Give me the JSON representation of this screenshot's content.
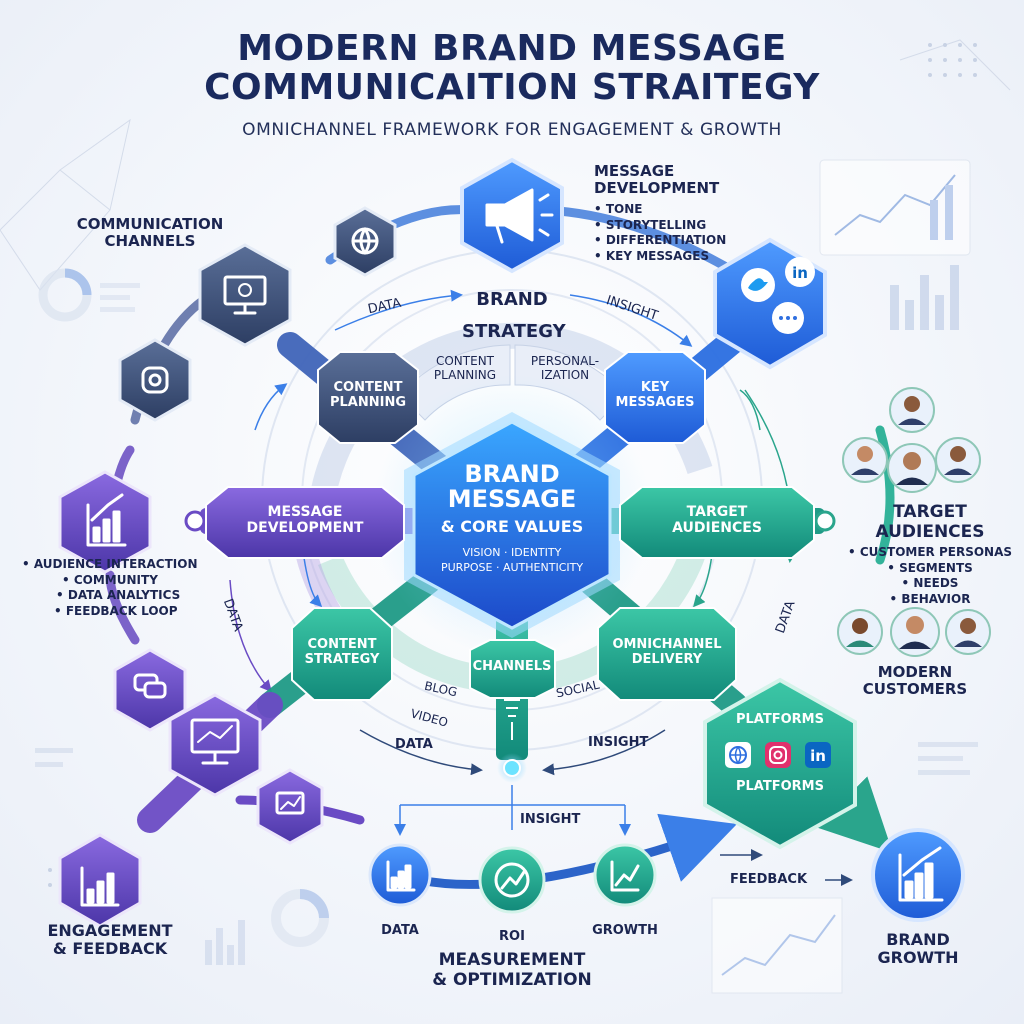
{
  "title_line1": "MODERN BRAND MESSAGE",
  "title_line2": "COMMUNICAITION STRAITEGY",
  "subtitle": "OMNICHANNEL FRAMEWORK FOR ENGAGEMENT & GROWTH",
  "center": {
    "line1": "BRAND",
    "line2": "MESSAGE",
    "line3": "& CORE VALUES",
    "values_row1": "VISION  · IDENTITY",
    "values_row2": "PURPOSE · AUTHENTICITY"
  },
  "brand_strategy": {
    "line1": "BRAND",
    "line2": "STRATEGY"
  },
  "inner_segments": {
    "left": [
      "CONTENT",
      "PLANNING"
    ],
    "right": [
      "PERSONAL-",
      "IZATION"
    ]
  },
  "nodes": {
    "content_planning": [
      "CONTENT",
      "PLANNING"
    ],
    "key_messages": [
      "KEY",
      "MESSAGES"
    ],
    "message_development": [
      "MESSAGE",
      "DEVELOPMENT"
    ],
    "target_audiences": [
      "TARGET",
      "AUDIENCES"
    ],
    "content_strategy": [
      "CONTENT",
      "STRATEGY"
    ],
    "omnichannel_delivery": [
      "OMNICHANNEL",
      "DELIVERY"
    ],
    "channels": "CHANNELS"
  },
  "sublabels": {
    "blog": "BLOG",
    "social": "SOCIAL",
    "video": "VIDEO"
  },
  "flow_labels": {
    "data_top": "DATA",
    "insight_top": "INSIGHT",
    "data_left": "DATA",
    "data_right": "DATA",
    "data_bottom": "DATA",
    "insight_bottom": "INSIGHT",
    "insight_measure": "INSIGHT",
    "feedback": "FEEDBACK"
  },
  "message_development_box": {
    "heading": [
      "MESSAGE",
      "DEVELOPMENT"
    ],
    "items": [
      "TONE",
      "STORYTELLING",
      "DIFFERENTIATION",
      "KEY MESSAGES"
    ]
  },
  "communication_channels": [
    "COMMUNICATION",
    "CHANNELS"
  ],
  "engagement_list": [
    "AUDIENCE INTERACTION",
    "COMMUNITY",
    "DATA ANALYTICS",
    "FEEDBACK LOOP"
  ],
  "target_audiences_box": {
    "heading": [
      "TARGET",
      "AUDIENCES"
    ],
    "items": [
      "CUSTOMER PERSONAS",
      "SEGMENTS",
      "NEEDS",
      "BEHAVIOR"
    ]
  },
  "modern_customers": [
    "MODERN",
    "CUSTOMERS"
  ],
  "platforms": {
    "top": "PLATFORMS",
    "bottom": "PLATFORMS"
  },
  "engagement_feedback": [
    "ENGAGEMENT",
    "& FEEDBACK"
  ],
  "measurement": {
    "heading": [
      "MEASUREMENT",
      "& OPTIMIZATION"
    ],
    "items": [
      "DATA",
      "ROI",
      "GROWTH"
    ]
  },
  "brand_growth": [
    "BRAND",
    "GROWTH"
  ],
  "colors": {
    "navy": "#1a2a5e",
    "blue": "#2f6fe0",
    "teal": "#1fa88e",
    "purple": "#6a4bc4",
    "cyan": "#22c7e6",
    "slate": "#3b4f78"
  },
  "icons": {
    "megaphone": "megaphone-icon",
    "globe": "globe-icon",
    "monitor": "monitor-icon",
    "instagram": "instagram-icon",
    "chart": "chart-icon",
    "chat": "chat-icon",
    "twitter": "twitter-icon",
    "linkedin": "linkedin-icon",
    "person": "person-icon"
  }
}
